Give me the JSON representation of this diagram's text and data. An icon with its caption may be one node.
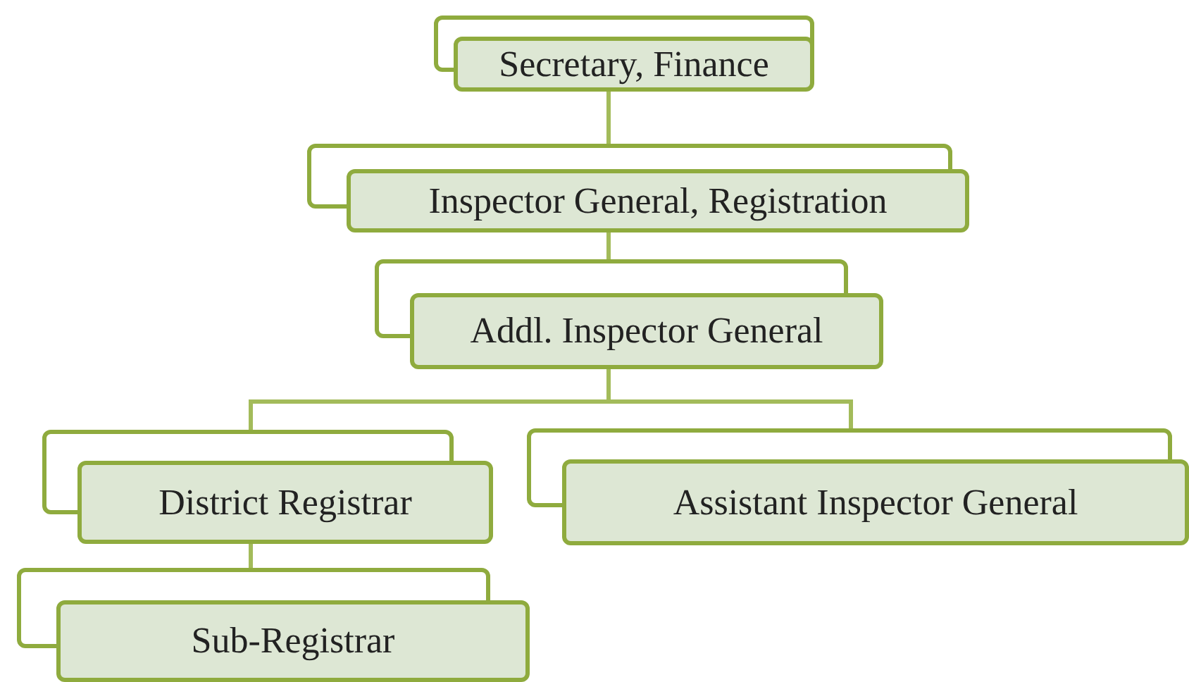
{
  "diagram": {
    "nodes": [
      {
        "text": [
          "Secretary, Finance"
        ]
      },
      {
        "text": [
          "Inspector General, Registration"
        ]
      },
      {
        "text": [
          "Addl. Inspector General"
        ]
      },
      {
        "text": [
          "District Registrar"
        ]
      },
      {
        "text": [
          "Assistant Inspector General"
        ]
      },
      {
        "text": [
          "Sub-Registrar"
        ]
      }
    ],
    "edges": [
      {
        "from": 0,
        "to": 1,
        "arrow": "none"
      },
      {
        "from": 1,
        "to": 2,
        "arrow": "none"
      },
      {
        "from": 2,
        "to": 3,
        "arrow": "none"
      },
      {
        "from": 2,
        "to": 4,
        "arrow": "none"
      },
      {
        "from": 3,
        "to": 5,
        "arrow": "none"
      }
    ]
  }
}
